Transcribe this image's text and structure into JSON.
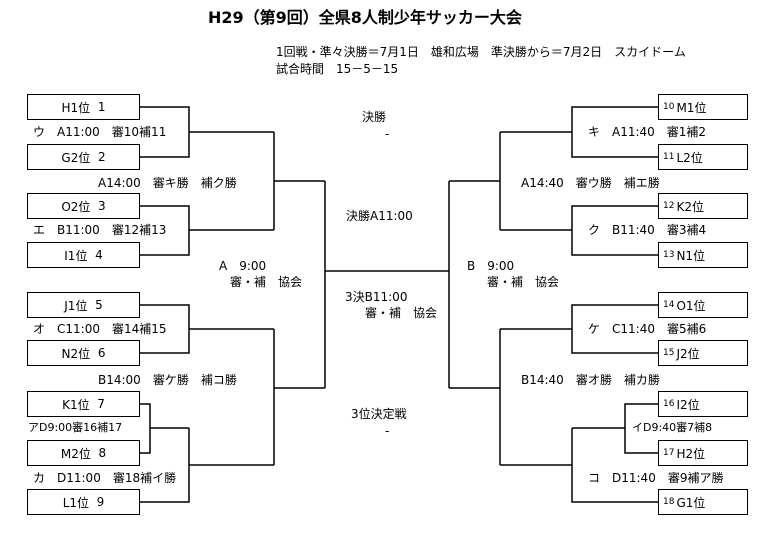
{
  "title": "H29（第9回）全県8人制少年サッカー大会",
  "info": {
    "line1": "1回戦・準々決勝＝7月1日　雄和広場　準決勝から＝7月2日　スカイドーム",
    "line2": "試合時間　15－5－15"
  },
  "teams_left": [
    {
      "label": "H1位",
      "seed": "1"
    },
    {
      "label": "G2位",
      "seed": "2"
    },
    {
      "label": "O2位",
      "seed": "3"
    },
    {
      "label": "I1位",
      "seed": "4"
    },
    {
      "label": "J1位",
      "seed": "5"
    },
    {
      "label": "N2位",
      "seed": "6"
    },
    {
      "label": "K1位",
      "seed": "7"
    },
    {
      "label": "M2位",
      "seed": "8"
    },
    {
      "label": "L1位",
      "seed": "9"
    }
  ],
  "teams_right": [
    {
      "seed": "10",
      "label": "M1位"
    },
    {
      "seed": "11",
      "label": "L2位"
    },
    {
      "seed": "12",
      "label": "K2位"
    },
    {
      "seed": "13",
      "label": "N1位"
    },
    {
      "seed": "14",
      "label": "O1位"
    },
    {
      "seed": "15",
      "label": "J2位"
    },
    {
      "seed": "16",
      "label": "I2位"
    },
    {
      "seed": "17",
      "label": "H2位"
    },
    {
      "seed": "18",
      "label": "G1位"
    }
  ],
  "matches_left": {
    "u": "ウ　A11:00　審10補11",
    "e": "エ　B11:00　審12補13",
    "o": "オ　C11:00　審14補15",
    "a": "アD9:00審16補17",
    "ka": "カ　D11:00　審18補イ勝",
    "qfA": "A14:00　審キ勝　補ク勝",
    "qfB": "B14:00　審ケ勝　補コ勝",
    "semi_time": "A　9:00",
    "semi_ref": "審・補　協会"
  },
  "matches_right": {
    "ki": "キ　A11:40　審1補2",
    "ku": "ク　B11:40　審3補4",
    "ke": "ケ　C11:40　審5補6",
    "i": "イD9:40審7補8",
    "ko": "コ　D11:40　審9補ア勝",
    "qfA": "A14:40　審ウ勝　補エ勝",
    "qfB": "B14:40　審オ勝　補カ勝",
    "semi_time": "B　9:00",
    "semi_ref": "審・補　協会"
  },
  "center": {
    "final_label": "決勝",
    "final_dash": "-",
    "final_time": "決勝A11:00",
    "third_time": "3決B11:00",
    "third_ref": "審・補　協会",
    "third_label": "3位決定戦",
    "third_dash": "-"
  }
}
